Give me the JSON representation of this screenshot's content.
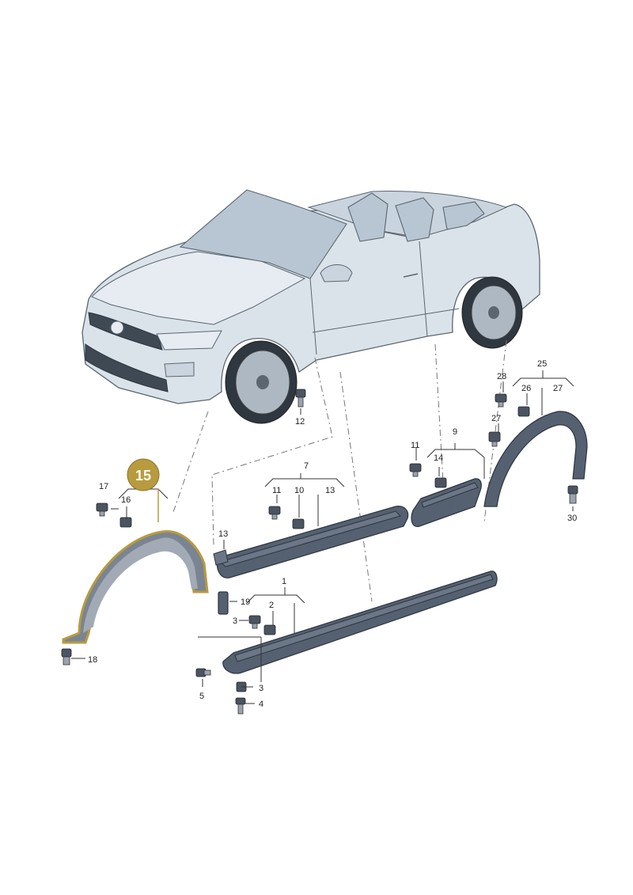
{
  "diagram": {
    "highlight_color": "#b89b3e",
    "part_color": "#556170",
    "callouts": {
      "p1": "1",
      "p2": "2",
      "p3a": "3",
      "p3b": "3",
      "p4": "4",
      "p5": "5",
      "p7": "7",
      "p9": "9",
      "p10": "10",
      "p11a": "11",
      "p11b": "11",
      "p12": "12",
      "p13a": "13",
      "p13b": "13",
      "p14": "14",
      "p15": "15",
      "p16": "16",
      "p17": "17",
      "p18": "18",
      "p19": "19",
      "p25": "25",
      "p26": "26",
      "p27a": "27",
      "p27b": "27",
      "p28": "28",
      "p30": "30"
    }
  }
}
